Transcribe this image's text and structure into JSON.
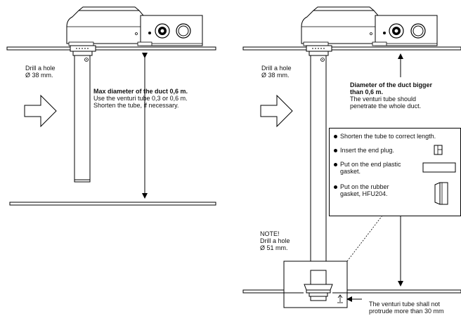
{
  "left_panel": {
    "drill_hole_line1": "Drill a hole",
    "drill_hole_line2": "Ø 38 mm.",
    "max_diameter_title": "Max diameter of the duct 0,6 m.",
    "instruction_line1": "Use the venturi tube 0,3 or 0,6 m.",
    "instruction_line2": "Shorten the tube, if necessary."
  },
  "right_panel": {
    "drill_hole_line1": "Drill a hole",
    "drill_hole_line2": "Ø 38 mm.",
    "bigger_title_line1": "Diameter of the duct bigger",
    "bigger_title_line2": "than 0,6 m.",
    "bigger_text_line1": "The venturi tube should",
    "bigger_text_line2": "penetrate the whole duct.",
    "note_line1": "NOTE!",
    "note_line2": "Drill a hole",
    "note_line3": "Ø 51 mm.",
    "protrude_line1": "The venturi tube shall not",
    "protrude_line2": "protrude more than 30 mm"
  },
  "steps_box": {
    "items": [
      {
        "line1": "Shorten the tube to correct length.",
        "line2": ""
      },
      {
        "line1": "Insert the end plug.",
        "line2": ""
      },
      {
        "line1": "Put on the end plastic",
        "line2": "gasket."
      },
      {
        "line1": "Put on the rubber",
        "line2": "gasket, HFU204."
      }
    ]
  }
}
